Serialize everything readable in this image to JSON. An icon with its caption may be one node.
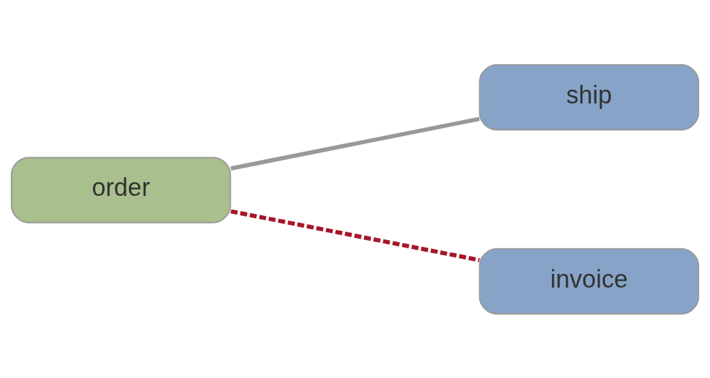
{
  "diagram": {
    "nodes": [
      {
        "text": [
          "order"
        ]
      },
      {
        "text": [
          "ship"
        ]
      },
      {
        "text": [
          "invoice"
        ]
      }
    ],
    "edges": [
      {
        "from": 0,
        "to": 1,
        "arrow": "none"
      },
      {
        "from": 0,
        "to": 2,
        "arrow": "none",
        "style": "dashed",
        "color": "#a8162a"
      }
    ]
  }
}
